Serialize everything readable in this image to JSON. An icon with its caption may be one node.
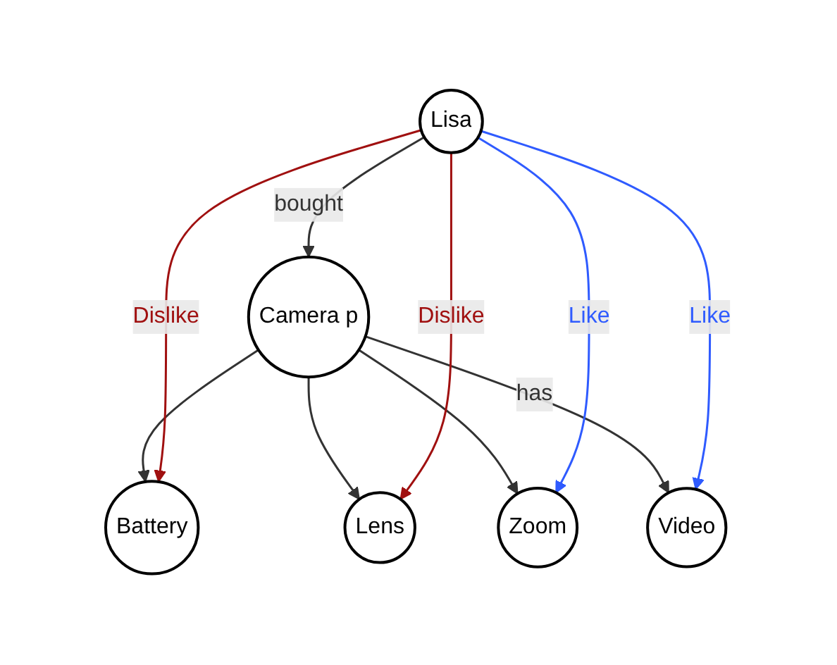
{
  "diagram": {
    "nodes": [
      {
        "text": [
          "Camera p"
        ]
      },
      {
        "text": [
          "Lisa"
        ]
      },
      {
        "text": [
          "Battery"
        ]
      },
      {
        "text": [
          "Lens"
        ]
      },
      {
        "text": [
          "Zoom"
        ]
      },
      {
        "text": [
          "Video"
        ]
      }
    ],
    "edges": [
      {
        "from": 1,
        "to": 0,
        "arrow": "to",
        "label": "bought"
      },
      {
        "from": 0,
        "to": 2,
        "arrow": "to"
      },
      {
        "from": 0,
        "to": 3,
        "arrow": "to"
      },
      {
        "from": 0,
        "to": 4,
        "arrow": "to"
      },
      {
        "from": 0,
        "to": 5,
        "arrow": "to",
        "label": "has"
      },
      {
        "from": 1,
        "to": 2,
        "arrow": "to",
        "label": "Dislike",
        "color": "#a01010"
      },
      {
        "from": 1,
        "to": 3,
        "arrow": "to",
        "label": "Dislike",
        "color": "#a01010"
      },
      {
        "from": 1,
        "to": 4,
        "arrow": "to",
        "label": "Like",
        "color": "#2f5bff"
      },
      {
        "from": 1,
        "to": 5,
        "arrow": "to",
        "label": "Like",
        "color": "#2f5bff"
      }
    ]
  }
}
